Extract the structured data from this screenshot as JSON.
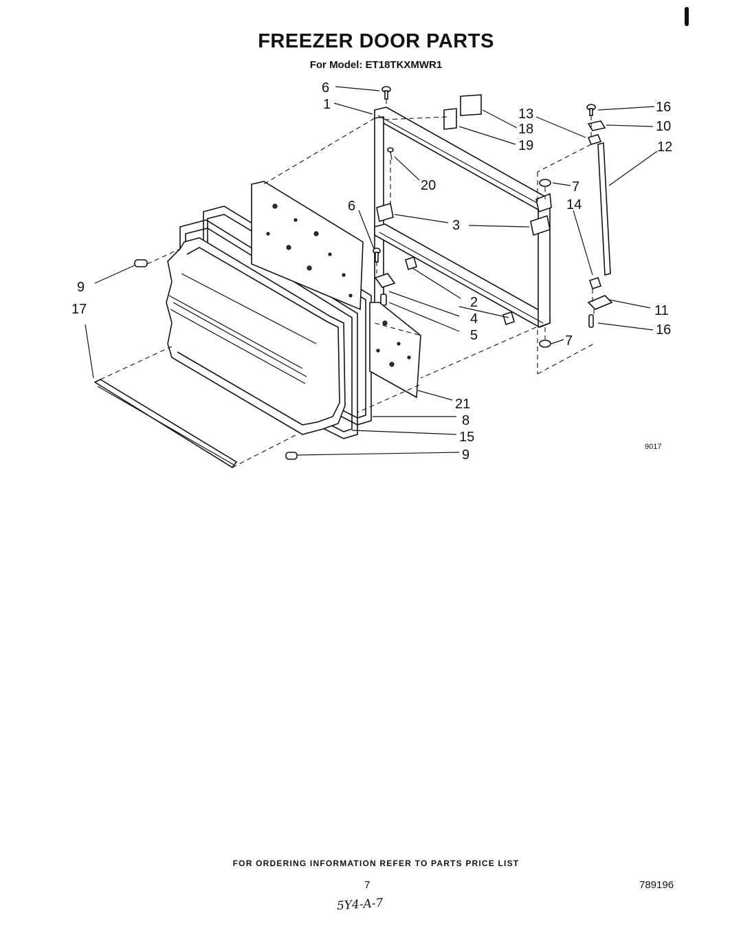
{
  "document": {
    "title": "FREEZER DOOR PARTS",
    "model_line": "For Model: ET18TKXMWR1",
    "footer_note": "FOR ORDERING INFORMATION REFER TO PARTS PRICE LIST",
    "page_number": "7",
    "document_number": "789196",
    "figure_code": "9017",
    "handwritten_note": "5Y4-A-7"
  },
  "callouts": [
    {
      "id": "c6a",
      "text": "6"
    },
    {
      "id": "c1",
      "text": "1"
    },
    {
      "id": "c13",
      "text": "13"
    },
    {
      "id": "c16a",
      "text": "16"
    },
    {
      "id": "c18",
      "text": "18"
    },
    {
      "id": "c10",
      "text": "10"
    },
    {
      "id": "c19",
      "text": "19"
    },
    {
      "id": "c12",
      "text": "12"
    },
    {
      "id": "c20",
      "text": "20"
    },
    {
      "id": "c7a",
      "text": "7"
    },
    {
      "id": "c14",
      "text": "14"
    },
    {
      "id": "c6b",
      "text": "6"
    },
    {
      "id": "c3",
      "text": "3"
    },
    {
      "id": "c9a",
      "text": "9"
    },
    {
      "id": "c17",
      "text": "17"
    },
    {
      "id": "c2",
      "text": "2"
    },
    {
      "id": "c4",
      "text": "4"
    },
    {
      "id": "c11",
      "text": "11"
    },
    {
      "id": "c5",
      "text": "5"
    },
    {
      "id": "c16b",
      "text": "16"
    },
    {
      "id": "c7b",
      "text": "7"
    },
    {
      "id": "c21",
      "text": "21"
    },
    {
      "id": "c8",
      "text": "8"
    },
    {
      "id": "c15",
      "text": "15"
    },
    {
      "id": "c9b",
      "text": "9"
    }
  ]
}
